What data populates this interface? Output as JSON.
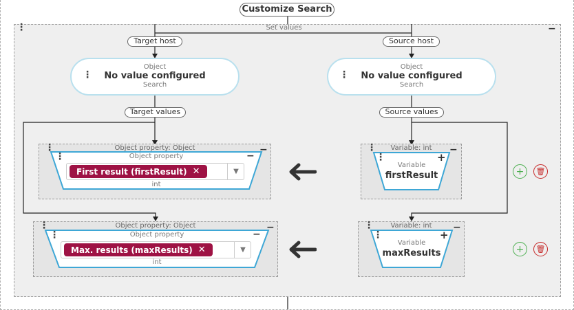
{
  "title": "Customize Search",
  "set_values_label": "Set values",
  "target_host": {
    "label": "Target host",
    "node": {
      "top": "Object",
      "main": "No value configured",
      "bottom": "Search"
    }
  },
  "source_host": {
    "label": "Source host",
    "node": {
      "top": "Object",
      "main": "No value configured",
      "bottom": "Search"
    }
  },
  "target_values_label": "Target values",
  "source_values_label": "Source values",
  "mappings": [
    {
      "target": {
        "group_title": "Object property: Object",
        "card_title": "Object property",
        "tag": "First result (firstResult)",
        "type": "int"
      },
      "source": {
        "group_title": "Variable: int",
        "card_top": "Variable",
        "card_main": "firstResult"
      }
    },
    {
      "target": {
        "group_title": "Object property: Object",
        "card_title": "Object property",
        "tag": "Max. results (maxResults)",
        "type": "int"
      },
      "source": {
        "group_title": "Variable: int",
        "card_top": "Variable",
        "card_main": "maxResults"
      }
    }
  ],
  "icons": {
    "arrow": "arrow-left-icon",
    "add": "add-circle-icon",
    "delete": "trash-icon",
    "remove_tag": "close-icon",
    "dropdown": "chevron-down-icon",
    "menu": "kebab-icon",
    "collapse": "minus-icon",
    "expand": "plus-icon"
  },
  "colors": {
    "tag": "#9e1244",
    "node_border": "#b9e0ee",
    "card_border": "#3ea7d6",
    "add": "#4caf50",
    "delete": "#c62828"
  }
}
